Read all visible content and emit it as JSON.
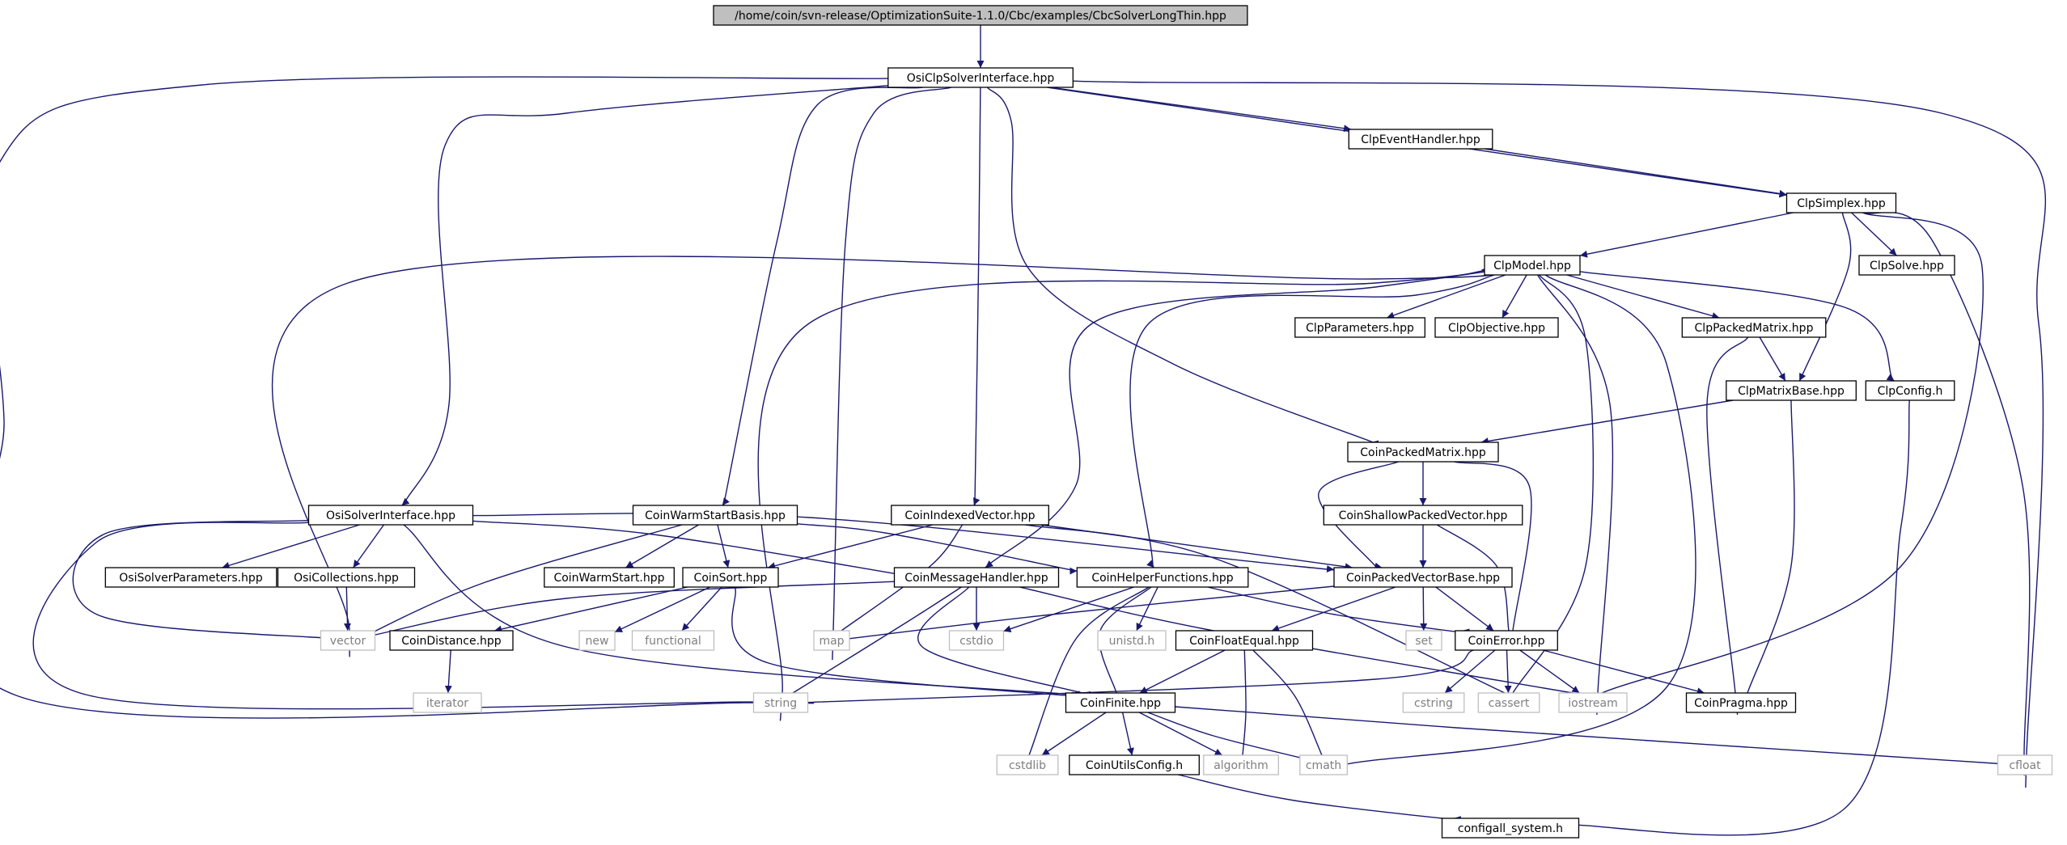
{
  "colors": {
    "edge": "#191970",
    "box_border": "#000000",
    "box_fill": "#ffffff",
    "root_fill": "#bfbfbf",
    "system_border": "#bfbfbf",
    "system_text": "#7f7f7f",
    "text": "#000000"
  },
  "nodes": [
    {
      "id": "root",
      "label": "/home/coin/svn-release/OptimizationSuite-1.1.0/Cbc/examples/CbcSolverLongThin.hpp",
      "kind": "root"
    },
    {
      "id": "OsiClpSolverInterface",
      "label": "OsiClpSolverInterface.hpp",
      "kind": "file"
    },
    {
      "id": "ClpEventHandler",
      "label": "ClpEventHandler.hpp",
      "kind": "file"
    },
    {
      "id": "ClpSimplex",
      "label": "ClpSimplex.hpp",
      "kind": "file"
    },
    {
      "id": "ClpModel",
      "label": "ClpModel.hpp",
      "kind": "file"
    },
    {
      "id": "ClpSolve",
      "label": "ClpSolve.hpp",
      "kind": "file"
    },
    {
      "id": "ClpParameters",
      "label": "ClpParameters.hpp",
      "kind": "file"
    },
    {
      "id": "ClpObjective",
      "label": "ClpObjective.hpp",
      "kind": "file"
    },
    {
      "id": "ClpPackedMatrix",
      "label": "ClpPackedMatrix.hpp",
      "kind": "file"
    },
    {
      "id": "ClpMatrixBase",
      "label": "ClpMatrixBase.hpp",
      "kind": "file"
    },
    {
      "id": "ClpConfig",
      "label": "ClpConfig.h",
      "kind": "file"
    },
    {
      "id": "CoinPackedMatrix",
      "label": "CoinPackedMatrix.hpp",
      "kind": "file"
    },
    {
      "id": "CoinShallowPackedVector",
      "label": "CoinShallowPackedVector.hpp",
      "kind": "file"
    },
    {
      "id": "OsiSolverInterface",
      "label": "OsiSolverInterface.hpp",
      "kind": "file"
    },
    {
      "id": "CoinWarmStartBasis",
      "label": "CoinWarmStartBasis.hpp",
      "kind": "file"
    },
    {
      "id": "CoinIndexedVector",
      "label": "CoinIndexedVector.hpp",
      "kind": "file"
    },
    {
      "id": "OsiSolverParameters",
      "label": "OsiSolverParameters.hpp",
      "kind": "file"
    },
    {
      "id": "OsiCollections",
      "label": "OsiCollections.hpp",
      "kind": "file"
    },
    {
      "id": "CoinWarmStart",
      "label": "CoinWarmStart.hpp",
      "kind": "file"
    },
    {
      "id": "CoinSort",
      "label": "CoinSort.hpp",
      "kind": "file"
    },
    {
      "id": "CoinMessageHandler",
      "label": "CoinMessageHandler.hpp",
      "kind": "file"
    },
    {
      "id": "CoinHelperFunctions",
      "label": "CoinHelperFunctions.hpp",
      "kind": "file"
    },
    {
      "id": "CoinPackedVectorBase",
      "label": "CoinPackedVectorBase.hpp",
      "kind": "file"
    },
    {
      "id": "vector",
      "label": "vector",
      "kind": "system"
    },
    {
      "id": "CoinDistance",
      "label": "CoinDistance.hpp",
      "kind": "file"
    },
    {
      "id": "new",
      "label": "new",
      "kind": "system"
    },
    {
      "id": "functional",
      "label": "functional",
      "kind": "system"
    },
    {
      "id": "map",
      "label": "map",
      "kind": "system"
    },
    {
      "id": "cstdio",
      "label": "cstdio",
      "kind": "system"
    },
    {
      "id": "unistd",
      "label": "unistd.h",
      "kind": "system"
    },
    {
      "id": "CoinFloatEqual",
      "label": "CoinFloatEqual.hpp",
      "kind": "file"
    },
    {
      "id": "set",
      "label": "set",
      "kind": "system"
    },
    {
      "id": "CoinError",
      "label": "CoinError.hpp",
      "kind": "file"
    },
    {
      "id": "iterator",
      "label": "iterator",
      "kind": "system"
    },
    {
      "id": "string",
      "label": "string",
      "kind": "system"
    },
    {
      "id": "CoinFinite",
      "label": "CoinFinite.hpp",
      "kind": "file"
    },
    {
      "id": "cstring",
      "label": "cstring",
      "kind": "system"
    },
    {
      "id": "cassert",
      "label": "cassert",
      "kind": "system"
    },
    {
      "id": "iostream",
      "label": "iostream",
      "kind": "system"
    },
    {
      "id": "CoinPragma",
      "label": "CoinPragma.hpp",
      "kind": "file"
    },
    {
      "id": "cstdlib",
      "label": "cstdlib",
      "kind": "system"
    },
    {
      "id": "CoinUtilsConfig",
      "label": "CoinUtilsConfig.h",
      "kind": "file"
    },
    {
      "id": "algorithm",
      "label": "algorithm",
      "kind": "system"
    },
    {
      "id": "cmath",
      "label": "cmath",
      "kind": "system"
    },
    {
      "id": "cfloat",
      "label": "cfloat",
      "kind": "system"
    },
    {
      "id": "configall_system",
      "label": "configall_system.h",
      "kind": "file"
    }
  ],
  "edges": [
    [
      "root",
      "OsiClpSolverInterface"
    ],
    [
      "OsiClpSolverInterface",
      "ClpEventHandler"
    ],
    [
      "OsiClpSolverInterface",
      "ClpSimplex"
    ],
    [
      "OsiClpSolverInterface",
      "OsiSolverInterface"
    ],
    [
      "OsiClpSolverInterface",
      "CoinWarmStartBasis"
    ],
    [
      "OsiClpSolverInterface",
      "CoinIndexedVector"
    ],
    [
      "OsiClpSolverInterface",
      "CoinPackedMatrix"
    ],
    [
      "OsiClpSolverInterface",
      "map"
    ],
    [
      "OsiClpSolverInterface",
      "string"
    ],
    [
      "OsiClpSolverInterface",
      "cfloat"
    ],
    [
      "ClpEventHandler",
      "ClpSimplex"
    ],
    [
      "ClpSimplex",
      "ClpModel"
    ],
    [
      "ClpSimplex",
      "ClpSolve"
    ],
    [
      "ClpSimplex",
      "ClpMatrixBase"
    ],
    [
      "ClpSimplex",
      "iostream"
    ],
    [
      "ClpSimplex",
      "cfloat"
    ],
    [
      "ClpModel",
      "ClpParameters"
    ],
    [
      "ClpModel",
      "ClpObjective"
    ],
    [
      "ClpModel",
      "ClpPackedMatrix"
    ],
    [
      "ClpModel",
      "ClpConfig"
    ],
    [
      "ClpModel",
      "CoinMessageHandler"
    ],
    [
      "ClpModel",
      "CoinHelperFunctions"
    ],
    [
      "ClpModel",
      "vector"
    ],
    [
      "ClpModel",
      "string"
    ],
    [
      "ClpModel",
      "cassert"
    ],
    [
      "ClpModel",
      "iostream"
    ],
    [
      "ClpModel",
      "cmath"
    ],
    [
      "ClpPackedMatrix",
      "ClpMatrixBase"
    ],
    [
      "ClpPackedMatrix",
      "CoinPragma"
    ],
    [
      "ClpMatrixBase",
      "CoinPackedMatrix"
    ],
    [
      "ClpMatrixBase",
      "CoinPragma"
    ],
    [
      "ClpConfig",
      "configall_system"
    ],
    [
      "CoinPackedMatrix",
      "CoinShallowPackedVector"
    ],
    [
      "CoinPackedMatrix",
      "CoinPackedVectorBase"
    ],
    [
      "CoinPackedMatrix",
      "CoinError"
    ],
    [
      "CoinShallowPackedVector",
      "CoinPackedVectorBase"
    ],
    [
      "CoinShallowPackedVector",
      "CoinError"
    ],
    [
      "OsiSolverInterface",
      "OsiSolverParameters"
    ],
    [
      "OsiSolverInterface",
      "OsiCollections"
    ],
    [
      "OsiSolverInterface",
      "CoinMessageHandler"
    ],
    [
      "OsiSolverInterface",
      "CoinPackedVectorBase"
    ],
    [
      "OsiSolverInterface",
      "vector"
    ],
    [
      "OsiSolverInterface",
      "string"
    ],
    [
      "OsiSolverInterface",
      "CoinFinite"
    ],
    [
      "OsiCollections",
      "vector"
    ],
    [
      "CoinWarmStartBasis",
      "CoinWarmStart"
    ],
    [
      "CoinWarmStartBasis",
      "CoinSort"
    ],
    [
      "CoinWarmStartBasis",
      "CoinHelperFunctions"
    ],
    [
      "CoinWarmStartBasis",
      "vector"
    ],
    [
      "CoinIndexedVector",
      "CoinSort"
    ],
    [
      "CoinIndexedVector",
      "CoinPackedVectorBase"
    ],
    [
      "CoinIndexedVector",
      "map"
    ],
    [
      "CoinIndexedVector",
      "cassert"
    ],
    [
      "CoinSort",
      "new"
    ],
    [
      "CoinSort",
      "functional"
    ],
    [
      "CoinSort",
      "CoinDistance"
    ],
    [
      "CoinSort",
      "CoinFinite"
    ],
    [
      "CoinDistance",
      "iterator"
    ],
    [
      "CoinMessageHandler",
      "vector"
    ],
    [
      "CoinMessageHandler",
      "cstdio"
    ],
    [
      "CoinMessageHandler",
      "string"
    ],
    [
      "CoinMessageHandler",
      "CoinFinite"
    ],
    [
      "CoinMessageHandler",
      "iostream"
    ],
    [
      "CoinHelperFunctions",
      "cstdio"
    ],
    [
      "CoinHelperFunctions",
      "unistd"
    ],
    [
      "CoinHelperFunctions",
      "CoinError"
    ],
    [
      "CoinHelperFunctions",
      "CoinFinite"
    ],
    [
      "CoinHelperFunctions",
      "cstdlib"
    ],
    [
      "CoinPackedVectorBase",
      "map"
    ],
    [
      "CoinPackedVectorBase",
      "set"
    ],
    [
      "CoinPackedVectorBase",
      "CoinError"
    ],
    [
      "CoinPackedVectorBase",
      "CoinFloatEqual"
    ],
    [
      "CoinFloatEqual",
      "CoinFinite"
    ],
    [
      "CoinFloatEqual",
      "algorithm"
    ],
    [
      "CoinFloatEqual",
      "cmath"
    ],
    [
      "CoinError",
      "string"
    ],
    [
      "CoinError",
      "cstring"
    ],
    [
      "CoinError",
      "cassert"
    ],
    [
      "CoinError",
      "iostream"
    ],
    [
      "CoinError",
      "CoinPragma"
    ],
    [
      "CoinFinite",
      "cstdlib"
    ],
    [
      "CoinFinite",
      "CoinUtilsConfig"
    ],
    [
      "CoinFinite",
      "algorithm"
    ],
    [
      "CoinFinite",
      "cmath"
    ],
    [
      "CoinFinite",
      "cfloat"
    ],
    [
      "CoinUtilsConfig",
      "configall_system"
    ]
  ]
}
